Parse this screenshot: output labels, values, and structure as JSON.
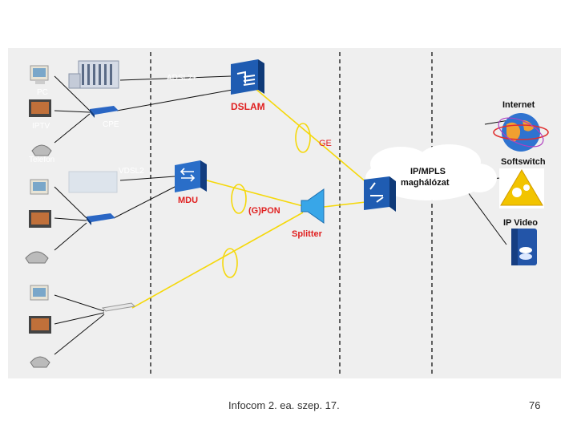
{
  "colors": {
    "panel_bg": "#efefef",
    "device_blue": "#1f4f9c",
    "accent_red": "#e02020",
    "fiber_yellow": "#f5d80a",
    "line_black": "#111111",
    "faded_text": "#ffffff"
  },
  "nodes": {
    "dslam": "DSLAM",
    "mdu": "MDU",
    "splitter": "Splitter",
    "gpon": "(G)PON",
    "ge": "GE",
    "ipmpls_line1": "IP/MPLS",
    "ipmpls_line2": "maghálózat",
    "internet": "Internet",
    "softswitch": "Softswitch",
    "ipvideo": "IP Video"
  },
  "faded_labels": {
    "pc": "PC",
    "iptv": "IPTV",
    "telefon": "Telefon",
    "adsl": "ADSL2+",
    "cpe": "CPE",
    "vdsl": "VDSL2"
  },
  "icons": [
    "pc-icon",
    "tv-icon",
    "phone-icon",
    "building-icon",
    "modem-icon",
    "server-icon",
    "globe-icon",
    "softswitch-icon",
    "ont-icon"
  ],
  "footer": {
    "caption": "Infocom 2. ea. szep. 17.",
    "page_number": "76"
  }
}
